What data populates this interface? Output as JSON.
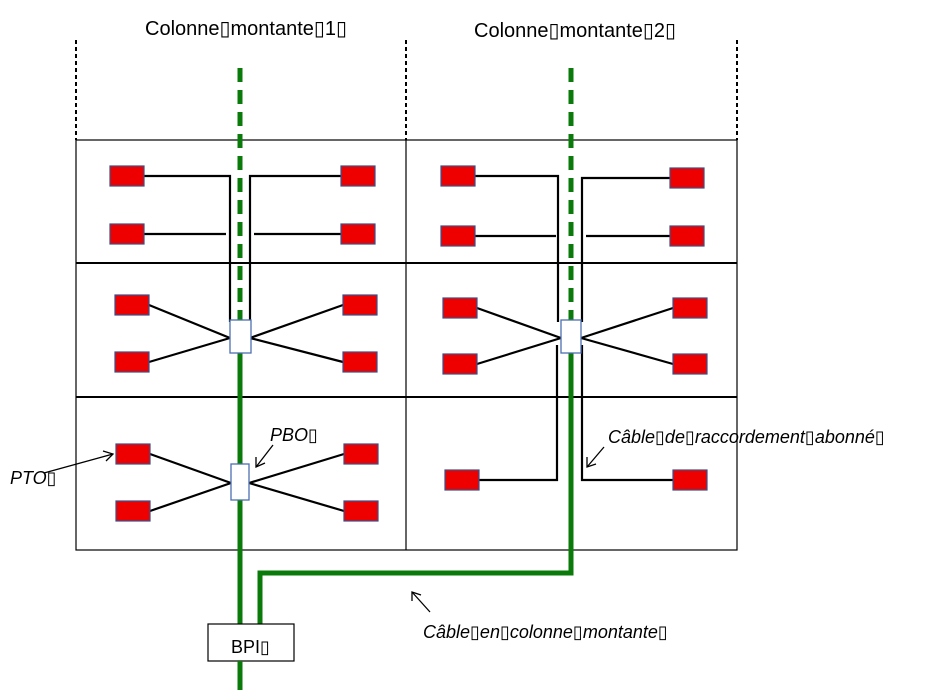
{
  "colors": {
    "outlet": "#ee0000",
    "outlet_border": "#3a4f8a",
    "riser_cable": "#0a7a0a",
    "wire": "#000000",
    "pbo_fill": "#ffffff",
    "pbo_border": "#4a6fb0"
  },
  "columns": [
    {
      "label": "Colonne▯montante▯1▯"
    },
    {
      "label": "Colonne▯montante▯2▯"
    }
  ],
  "labels": {
    "pto": "PTO▯",
    "pbo": "PBO▯",
    "cable_raccordement": "Câble▯de▯raccordement▯abonné▯",
    "cable_colonne": "Câble▯en▯colonne▯montante▯",
    "bpi": "BPI▯"
  }
}
